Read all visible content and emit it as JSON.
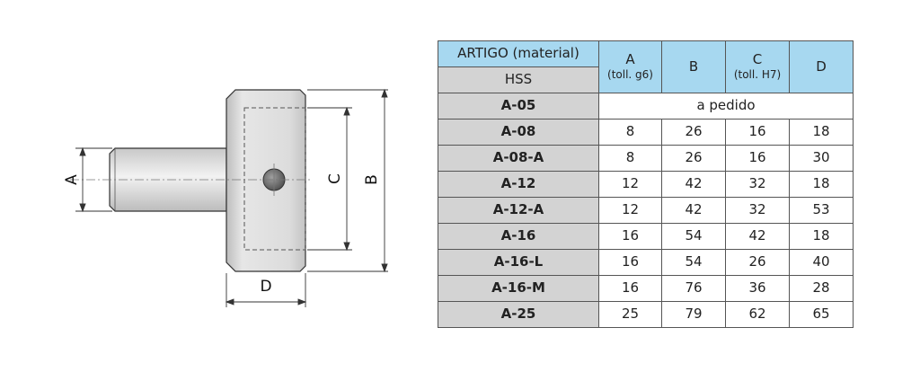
{
  "drawing": {
    "labels": {
      "a": "A",
      "b": "B",
      "c": "C",
      "d": "D"
    }
  },
  "table": {
    "header": {
      "article": "ARTIGO (material)",
      "material": "HSS",
      "col_a": "A",
      "col_a_note": "(toll. g6)",
      "col_b": "B",
      "col_c": "C",
      "col_c_note": "(toll. H7)",
      "col_d": "D"
    },
    "on_request_code": "A-05",
    "on_request_text": "a pedido",
    "rows": [
      {
        "code": "A-08",
        "a": "8",
        "b": "26",
        "c": "16",
        "d": "18"
      },
      {
        "code": "A-08-A",
        "a": "8",
        "b": "26",
        "c": "16",
        "d": "30"
      },
      {
        "code": "A-12",
        "a": "12",
        "b": "42",
        "c": "32",
        "d": "18"
      },
      {
        "code": "A-12-A",
        "a": "12",
        "b": "42",
        "c": "32",
        "d": "53"
      },
      {
        "code": "A-16",
        "a": "16",
        "b": "54",
        "c": "42",
        "d": "18"
      },
      {
        "code": "A-16-L",
        "a": "16",
        "b": "54",
        "c": "26",
        "d": "40"
      },
      {
        "code": "A-16-M",
        "a": "16",
        "b": "76",
        "c": "36",
        "d": "28"
      },
      {
        "code": "A-25",
        "a": "25",
        "b": "79",
        "c": "62",
        "d": "65"
      }
    ]
  },
  "colors": {
    "header_blue": "#a7d8f0",
    "header_grey": "#d3d3d3",
    "part_fill": "#d9d9d9"
  }
}
